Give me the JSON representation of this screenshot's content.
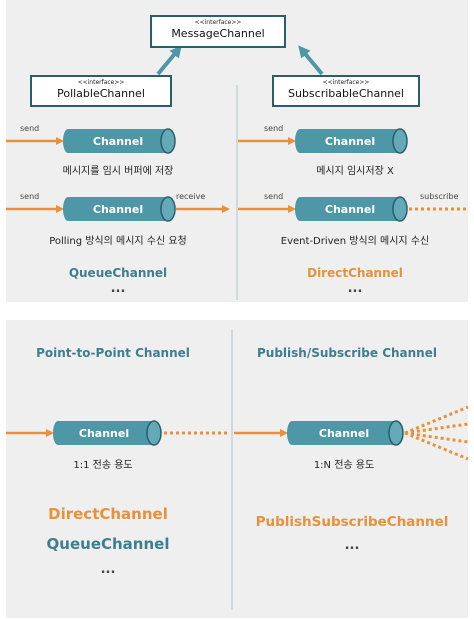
{
  "top": {
    "message_channel": {
      "stereotype": "<<interface>>",
      "name": "MessageChannel"
    },
    "pollable_channel": {
      "stereotype": "<<interface>>",
      "name": "PollableChannel"
    },
    "subscribable_channel": {
      "stereotype": "<<interface>>",
      "name": "SubscribableChannel"
    },
    "left": {
      "row1": {
        "in_label": "send",
        "channel": "Channel",
        "caption": "메시지를 임시 버퍼에 저장"
      },
      "row2": {
        "in_label": "send",
        "channel": "Channel",
        "out_label": "receive",
        "caption": "Polling 방식의 메시지 수신 요청"
      },
      "impl": "QueueChannel",
      "more": "..."
    },
    "right": {
      "row1": {
        "in_label": "send",
        "channel": "Channel",
        "caption": "메시지 임시저장 X"
      },
      "row2": {
        "in_label": "send",
        "channel": "Channel",
        "out_label": "subscribe",
        "caption": "Event-Driven 방식의 메시지 수신"
      },
      "impl": "DirectChannel",
      "more": "..."
    }
  },
  "bottom": {
    "left": {
      "title": "Point-to-Point Channel",
      "channel": "Channel",
      "caption": "1:1 전송 용도",
      "impls": [
        "DirectChannel",
        "QueueChannel"
      ],
      "more": "..."
    },
    "right": {
      "title": "Publish/Subscribe Channel",
      "channel": "Channel",
      "caption": "1:N 전송 용도",
      "impls": [
        "PublishSubscribeChannel"
      ],
      "more": "..."
    }
  },
  "colors": {
    "teal": "#4d97a6",
    "teal_dark": "#2d5d69",
    "orange": "#e8913a",
    "panel": "#efeff0"
  }
}
